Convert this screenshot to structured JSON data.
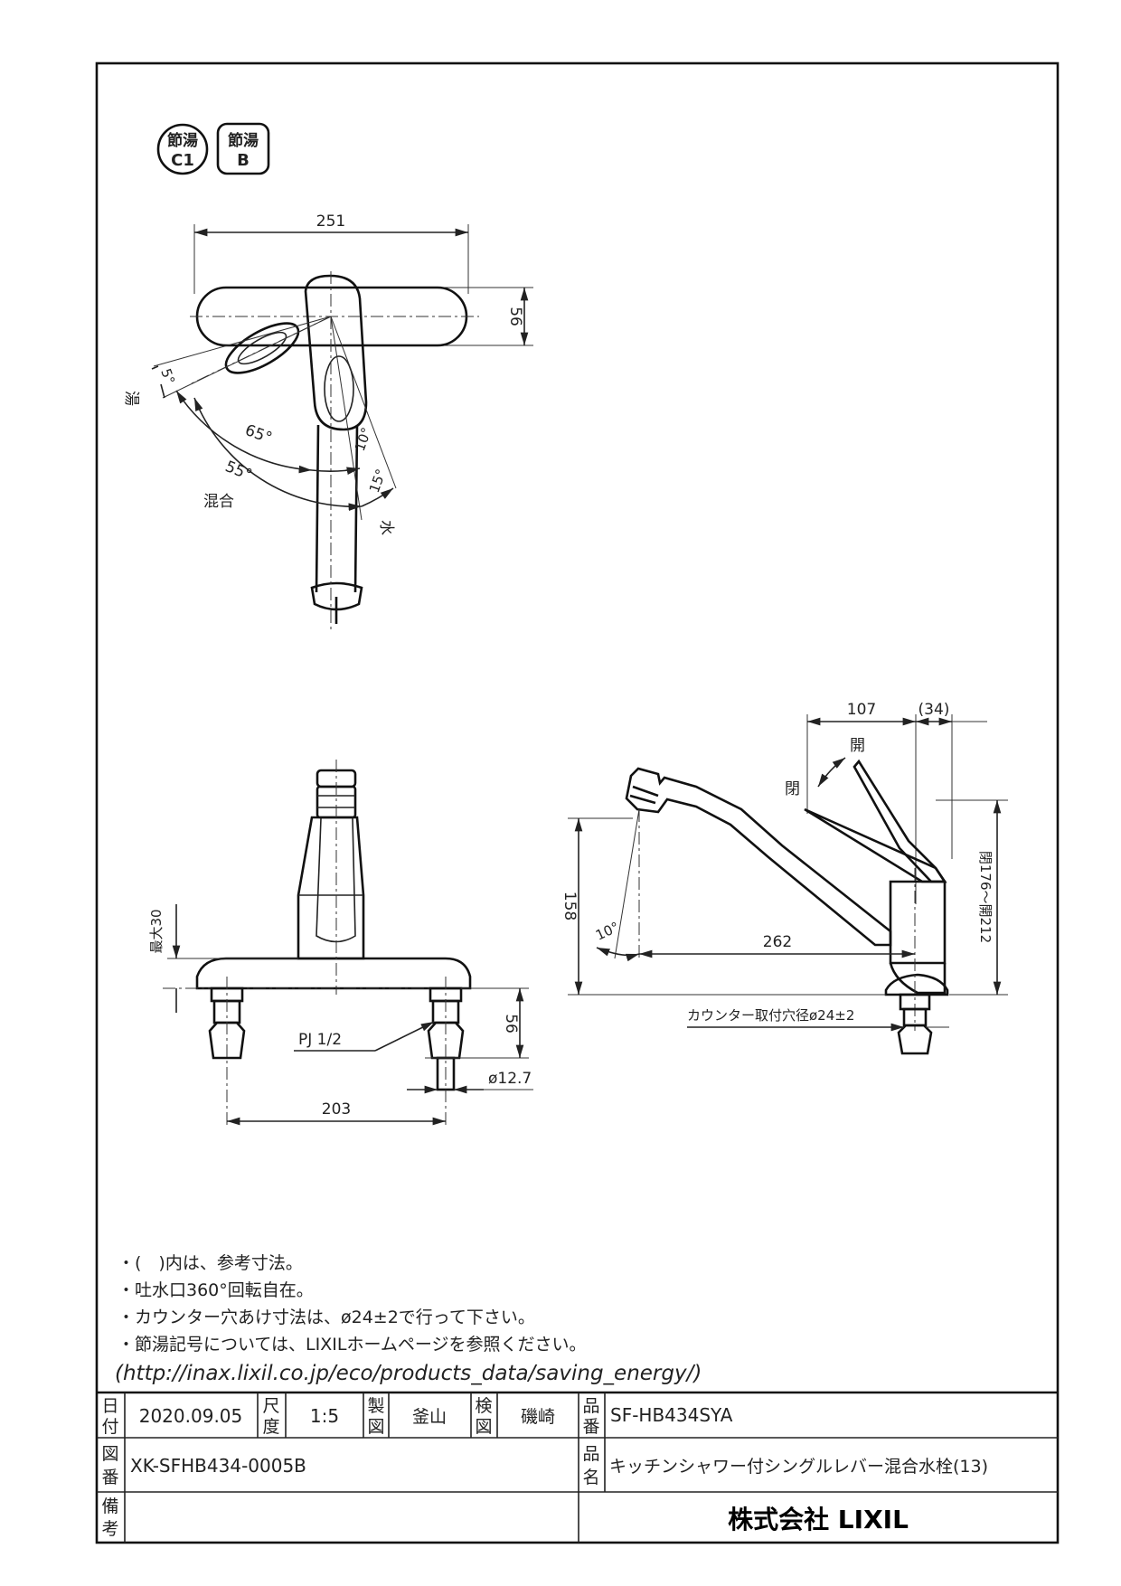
{
  "badges": {
    "c1": {
      "top": "節湯",
      "bottom": "C1"
    },
    "b": {
      "top": "節湯",
      "bottom": "B"
    }
  },
  "top_view": {
    "width_dim": "251",
    "depth_dim": "56",
    "label_hot": "湯",
    "label_mix": "混合",
    "label_cold": "水",
    "angle_5": "5°",
    "angle_65": "65°",
    "angle_55": "55°",
    "angle_10": "10°",
    "angle_15": "15°"
  },
  "front_view": {
    "max_dim": "最大30",
    "pj_label": "PJ 1/2",
    "pipe_dim": "56",
    "dia_label": "ø12.7",
    "pitch_dim": "203"
  },
  "side_view": {
    "dim_107": "107",
    "dim_34": "(34)",
    "label_open": "開",
    "label_close": "閉",
    "height_158": "158",
    "angle_10": "10°",
    "reach_262": "262",
    "lever_range": "閉176～開212",
    "hole_note": "カウンター取付穴径ø24±2"
  },
  "notes": [
    "・(　)内は、参考寸法。",
    "・吐水口360°回転自在。",
    "・カウンター穴あけ寸法は、ø24±2で行って下さい。",
    "・節湯記号については、LIXILホームページを参照ください。"
  ],
  "url": "(http://inax.lixil.co.jp/eco/products_data/saving_energy/)",
  "title_block": {
    "date_label": [
      "日",
      "付"
    ],
    "date_value": "2020.09.05",
    "scale_label": [
      "尺",
      "度"
    ],
    "scale_value": "1:5",
    "drawn_label": [
      "製",
      "図"
    ],
    "drawn_value": "釜山",
    "checked_label": [
      "検",
      "図"
    ],
    "checked_value": "磯崎",
    "product_no_label": [
      "品",
      "番"
    ],
    "product_no_value": "SF-HB434SYA",
    "drawing_no_label": [
      "図",
      "番"
    ],
    "drawing_no_value": "XK-SFHB434-0005B",
    "product_name_label": [
      "品",
      "名"
    ],
    "product_name_value": "キッチンシャワー付シングルレバー混合水栓(13)",
    "remarks_label": [
      "備",
      "考"
    ],
    "company": "株式会社 LIXIL"
  }
}
